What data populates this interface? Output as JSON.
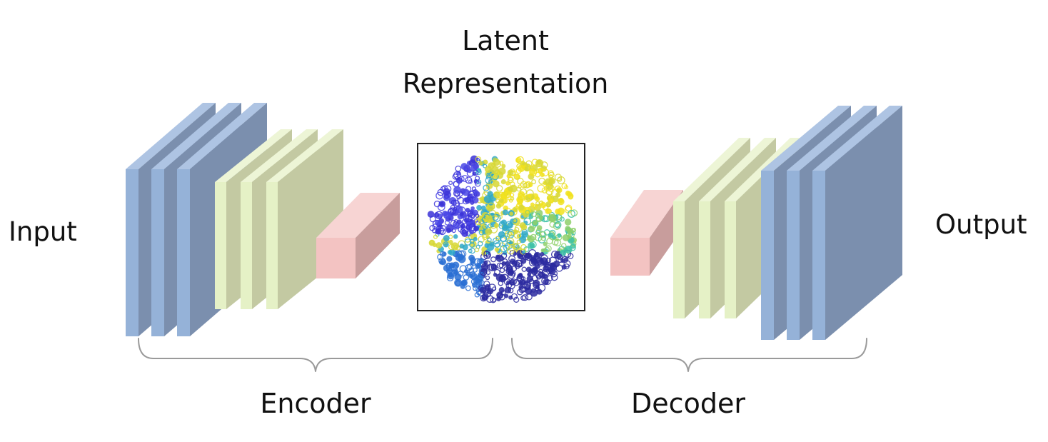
{
  "labels": {
    "input": "Input",
    "latent_line1": "Latent",
    "latent_line2": "Representation",
    "output": "Output",
    "encoder": "Encoder",
    "decoder": "Decoder"
  },
  "colors": {
    "blue_front": "#95b2d8",
    "blue_side": "#7b8fae",
    "blue_top": "#aec4e3",
    "green_front": "#e5f1c6",
    "green_side": "#c3c9a2",
    "green_top": "#edf5d6",
    "pink_front": "#f3c3c2",
    "pink_side": "#c89d9c",
    "pink_top": "#f7d4d3",
    "brace": "#9a9a9a",
    "scatter_colors": [
      "#3b33d8",
      "#4a47e6",
      "#2a6fd4",
      "#2fa9c9",
      "#3cc1a7",
      "#8fd06a",
      "#d8d835",
      "#f2e21e",
      "#2b2aa0"
    ]
  },
  "icons": {
    "layer_shape": "3d-slab",
    "latent_plot": "scatter-cluster"
  }
}
